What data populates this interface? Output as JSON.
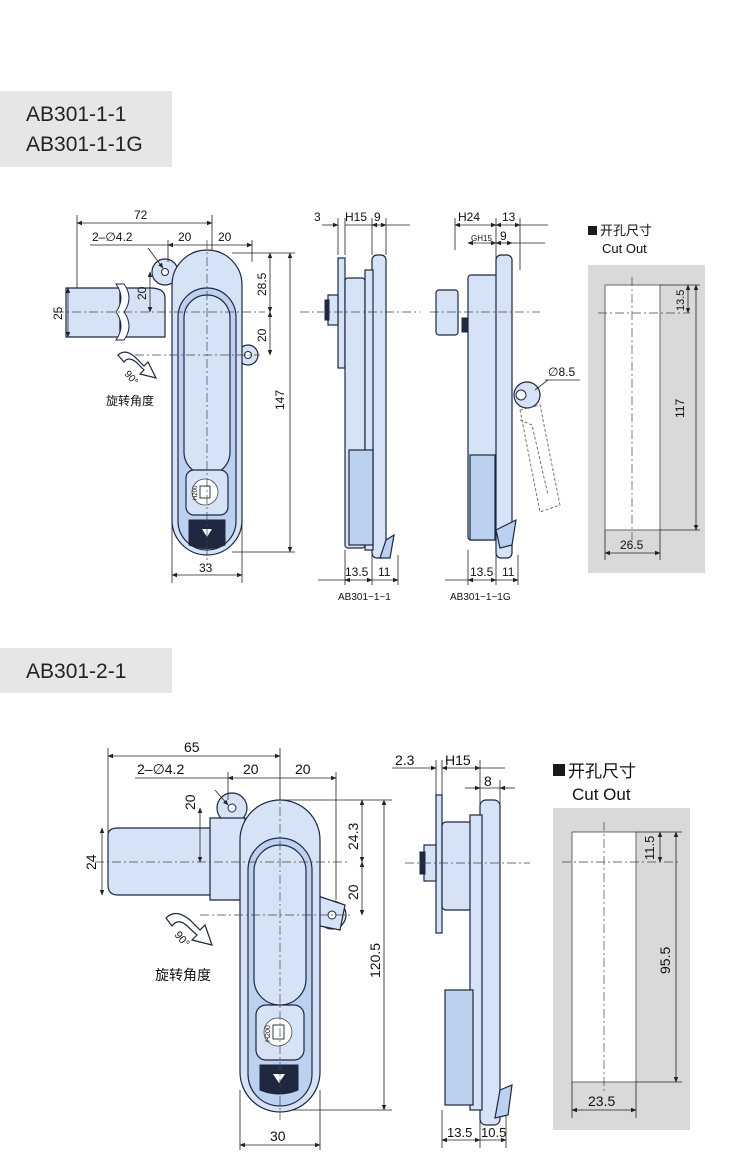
{
  "section1": {
    "models": [
      "AB301-1-1",
      "AB301-1-1G"
    ],
    "front_view": {
      "dims": [
        "72",
        "2–∅4.2",
        "20",
        "20",
        "28.5",
        "20",
        "25",
        "20",
        "147",
        "33"
      ],
      "rotation_label": "旋转角度",
      "rotation_angle": "90°",
      "cylinder_code": "H200"
    },
    "side_view_1": {
      "dims": [
        "3",
        "H15",
        "9",
        "13.5",
        "11"
      ],
      "caption": "AB301−1−1"
    },
    "side_view_2": {
      "dims": [
        "H24",
        "13",
        "GH15",
        "9",
        "∅8.5",
        "13.5",
        "11"
      ],
      "caption": "AB301−1−1G"
    },
    "cutout": {
      "title_cn": "开孔尺寸",
      "title_en": "Cut Out",
      "dims": [
        "13.5",
        "117",
        "26.5"
      ]
    }
  },
  "section2": {
    "model": "AB301-2-1",
    "front_view": {
      "dims": [
        "65",
        "2–∅4.2",
        "20",
        "20",
        "20",
        "24.3",
        "24",
        "20",
        "120.5",
        "30"
      ],
      "rotation_label": "旋转角度",
      "rotation_angle": "90°",
      "cylinder_code": "H200"
    },
    "side_view": {
      "dims": [
        "2.3",
        "H15",
        "8",
        "13.5",
        "10.5"
      ]
    },
    "cutout": {
      "title_cn": "开孔尺寸",
      "title_en": "Cut Out",
      "dims": [
        "11.5",
        "95.5",
        "23.5"
      ]
    }
  },
  "colors": {
    "part_fill": "#d6e3f6",
    "outline": "#1c2740",
    "label_background": "#e6e6e6",
    "cutout_background": "#d9d9d9"
  }
}
